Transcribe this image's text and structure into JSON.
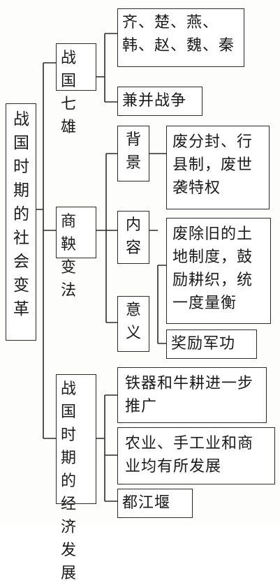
{
  "root": {
    "label": "战国时期的社会变革"
  },
  "branches": {
    "seven_states": {
      "label": "战国七雄",
      "states": "齐、楚、燕、韩、赵、魏、秦",
      "war": "兼并战争"
    },
    "shang_yang": {
      "label": "商鞅变法",
      "background": "背景",
      "content": "内容",
      "significance": "意义",
      "background_text": "废分封、行县制，废世袭特权",
      "content_land": "废除旧的土地制度，鼓励耕织，统一度量衡",
      "content_military": "奖励军功"
    },
    "economy": {
      "label": "战国时期的经济发展",
      "iron_ox": "铁器和牛耕进一步推广",
      "agri_craft": "农业、手工业和商业均有所发展",
      "dujiangyan": "都江堰"
    }
  }
}
